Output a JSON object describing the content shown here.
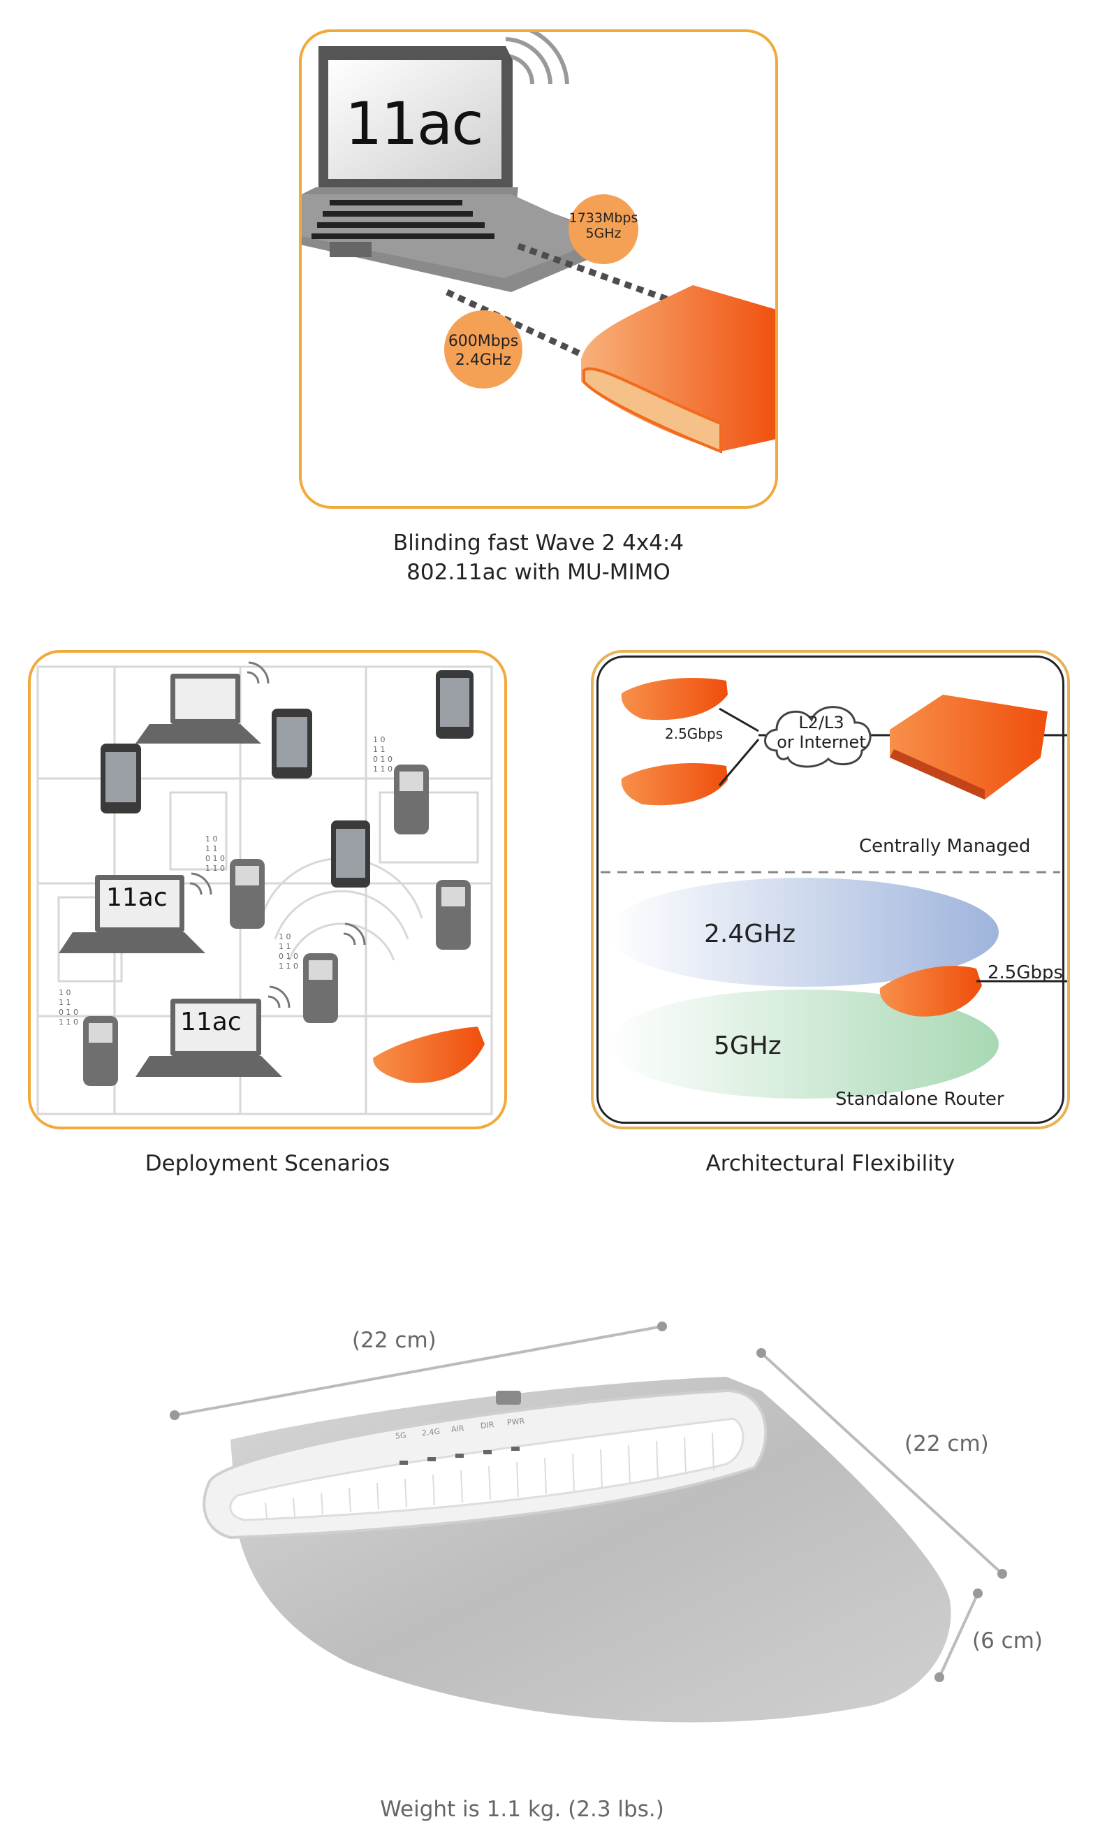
{
  "card1": {
    "screen_label": "11ac",
    "badge_5ghz": {
      "line1": "1733Mbps",
      "line2": "5GHz"
    },
    "badge_24ghz": {
      "line1": "600Mbps",
      "line2": "2.4GHz"
    },
    "caption_line1": "Blinding fast Wave 2 4x4:4",
    "caption_line2": "802.11ac with MU-MIMO"
  },
  "card2": {
    "laptop_label": "11ac",
    "caption": "Deployment Scenarios"
  },
  "card3": {
    "link_speed_top": "2.5Gbps",
    "cloud_line1": "L2/L3",
    "cloud_line2": "or Internet",
    "centrally_managed": "Centrally Managed",
    "band_24": "2.4GHz",
    "band_5": "5GHz",
    "link_speed_bottom": "2.5Gbps",
    "standalone_router": "Standalone Router",
    "caption": "Architectural Flexibility"
  },
  "product": {
    "width_label": "(22 cm)",
    "depth_label": "(22 cm)",
    "height_label": "(6 cm)",
    "leds": [
      "5G",
      "2.4G",
      "AIR",
      "DIR",
      "PWR"
    ],
    "weight_label": "Weight is 1.1 kg. (2.3 lbs.)"
  },
  "colors": {
    "card_border": "#f2a93b",
    "badge": "#f4a055",
    "ap_orange": "#f26a1b"
  }
}
